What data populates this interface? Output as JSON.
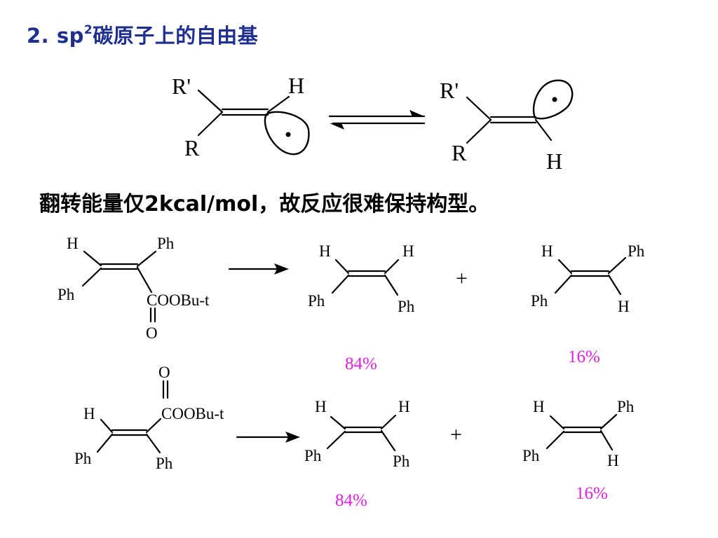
{
  "title": {
    "number": "2.",
    "prefix": "sp",
    "superscript": "2",
    "text": "碳原子上的自由基"
  },
  "statement": "翻转能量仅2kcal/mol，故反应很难保持构型。",
  "inversion": {
    "left": {
      "r_prime": "R'",
      "r": "R",
      "h": "H"
    },
    "right": {
      "r_prime": "R'",
      "r": "R",
      "h": "H"
    }
  },
  "reaction1": {
    "reactant": {
      "h": "H",
      "ph_top": "Ph",
      "ph_left": "Ph",
      "ester": "COOBu-t",
      "carbonyl_o": "O"
    },
    "product1": {
      "h_left": "H",
      "h_right": "H",
      "ph_left": "Ph",
      "ph_right": "Ph",
      "yield": "84%"
    },
    "plus": "+",
    "product2": {
      "h_top": "H",
      "ph_top": "Ph",
      "ph_left": "Ph",
      "h_bottom": "H",
      "yield": "16%"
    }
  },
  "reaction2": {
    "reactant": {
      "h": "H",
      "ph_left": "Ph",
      "ph_right": "Ph",
      "ester": "COOBu-t",
      "carbonyl_o": "O"
    },
    "product1": {
      "h_left": "H",
      "h_right": "H",
      "ph_left": "Ph",
      "ph_right": "Ph",
      "yield": "84%"
    },
    "plus": "+",
    "product2": {
      "h_top": "H",
      "ph_top": "Ph",
      "ph_left": "Ph",
      "h_bottom": "H",
      "yield": "16%"
    }
  },
  "colors": {
    "title": "#1f2f8f",
    "yield": "#e020e0",
    "text": "#000000"
  }
}
